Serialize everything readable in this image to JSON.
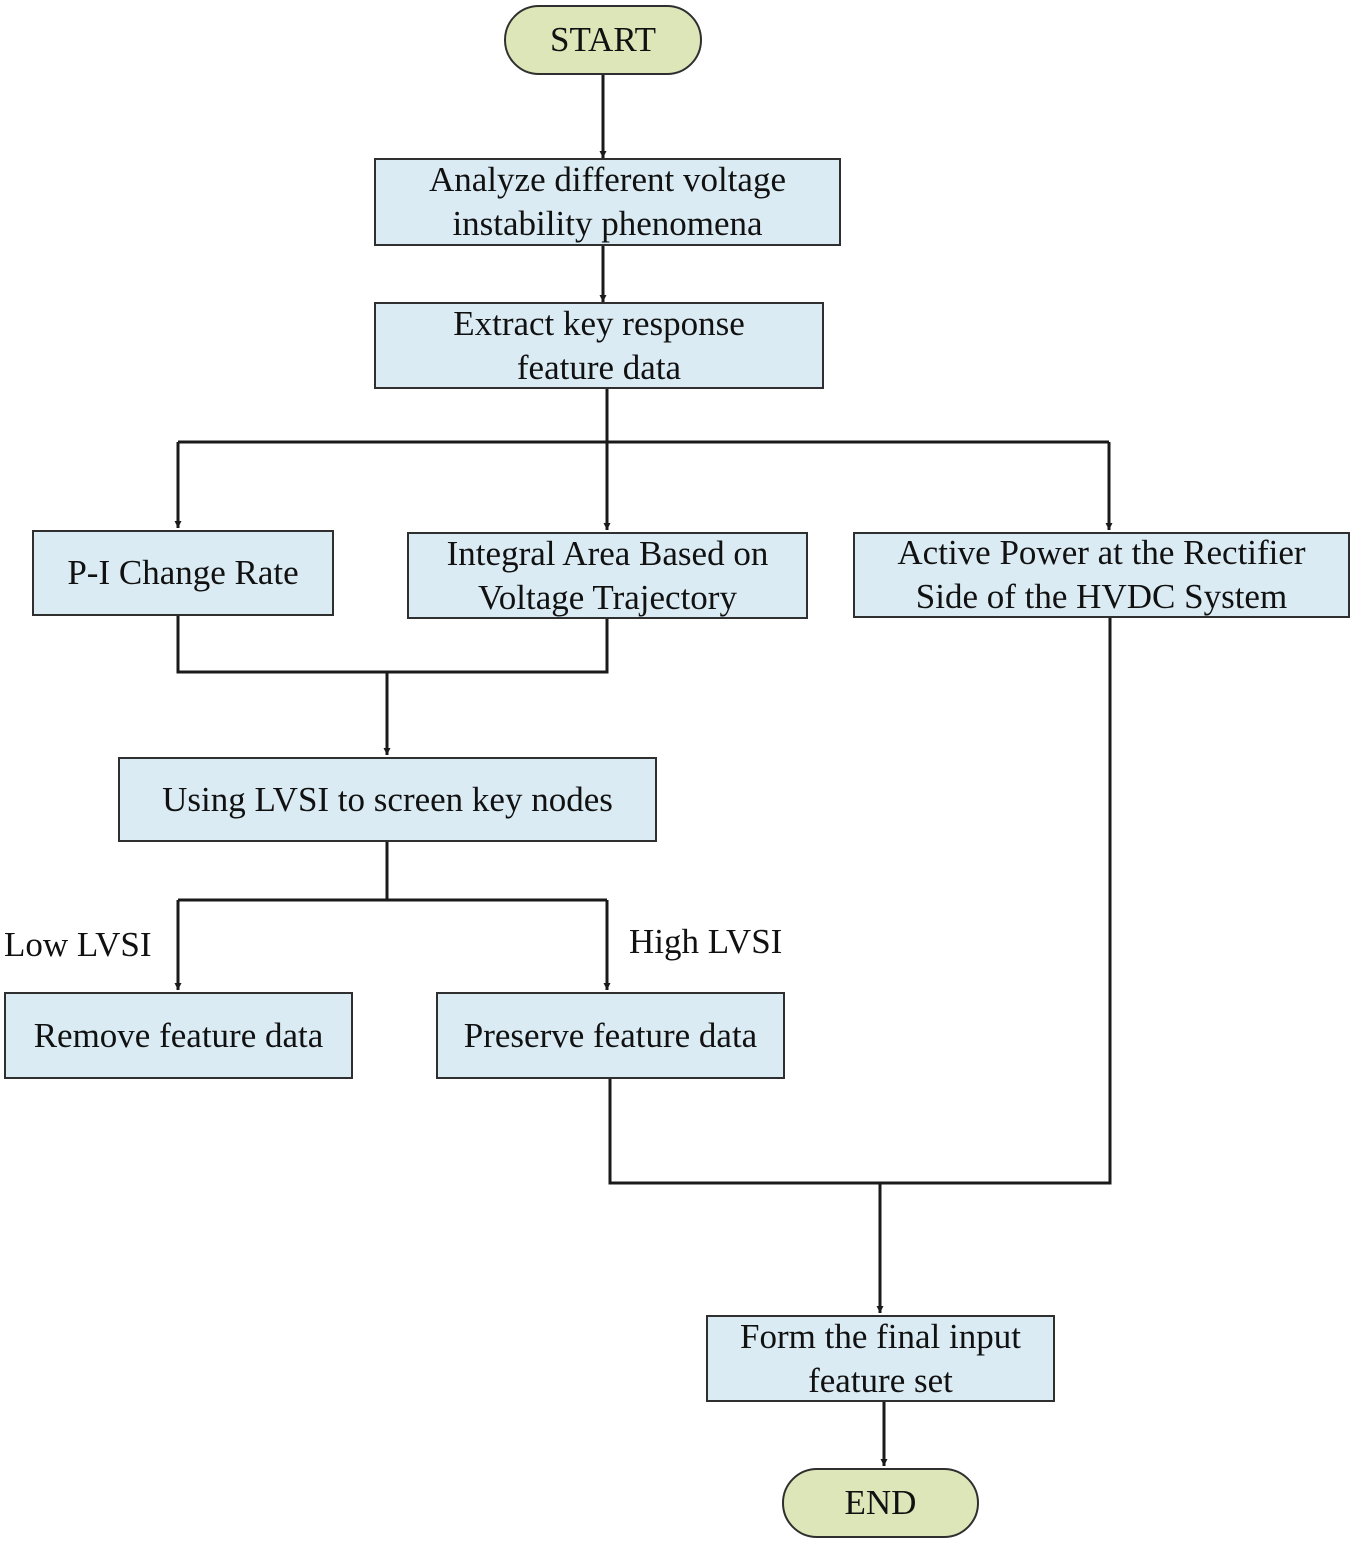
{
  "nodes": {
    "start": "START",
    "analyze": [
      "Analyze different voltage",
      "instability phenomena"
    ],
    "extract": [
      "Extract key response",
      "feature data"
    ],
    "pi_rate": "P-I Change Rate",
    "integral": [
      "Integral Area Based on",
      "Voltage Trajectory"
    ],
    "active_power": [
      "Active Power at the Rectifier",
      "Side of the HVDC System"
    ],
    "lvsi": "Using LVSI to screen key nodes",
    "remove": "Remove feature data",
    "preserve": "Preserve feature data",
    "form": [
      "Form the final input",
      "feature set"
    ],
    "end": "END"
  },
  "edge_labels": {
    "low": "Low LVSI",
    "high": "High LVSI"
  },
  "colors": {
    "process_fill": "#daebf3",
    "terminal_fill": "#dde6b8",
    "stroke": "#1a1a1a"
  }
}
